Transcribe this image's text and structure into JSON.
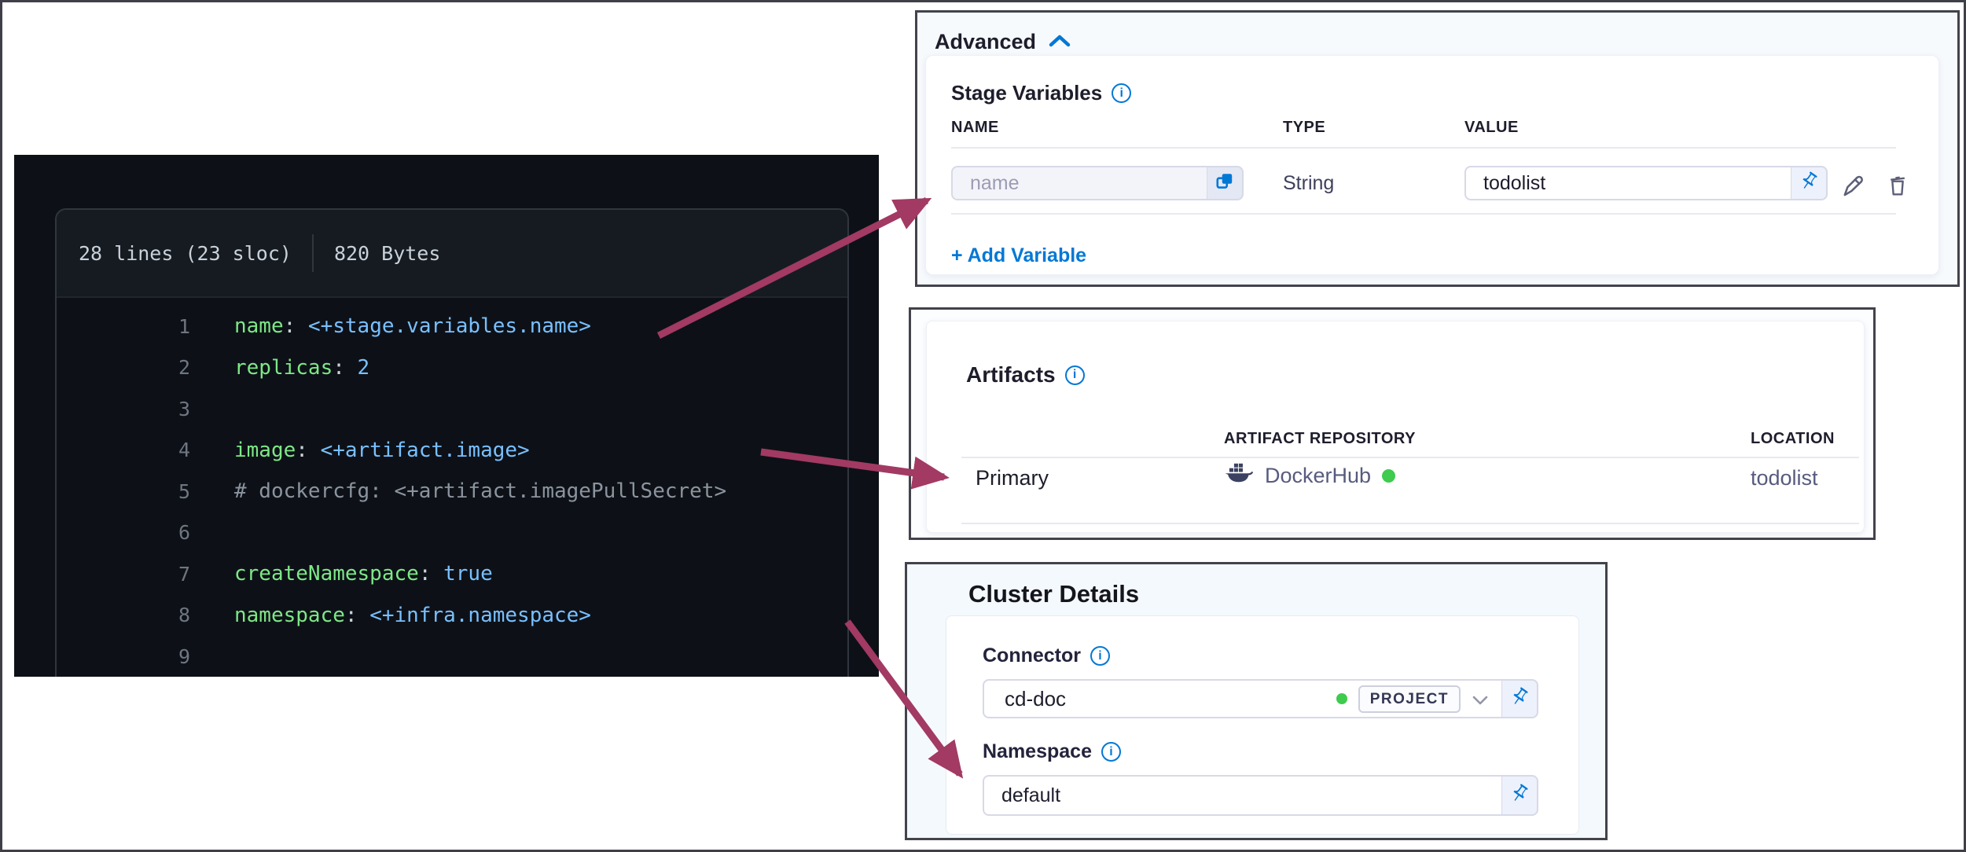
{
  "colors": {
    "accent_blue": "#0278d5",
    "arrow_magenta": "#a23a63",
    "status_green": "#3ecb4e",
    "panel_border_dark": "#42434c",
    "code_background": "#0d1117",
    "code_key_green": "#7ee787",
    "code_value_blue": "#79c0ff",
    "code_comment_grey": "#8b949e"
  },
  "icons": {
    "collapse": "chevron-up-icon",
    "info": "info-circle-icon",
    "copy": "copy-icon",
    "pin": "pushpin-icon",
    "edit": "pencil-icon",
    "delete": "trash-icon",
    "repository": "docker-whale-icon",
    "dropdown": "chevron-down-icon",
    "status": "green-dot"
  },
  "code_panel": {
    "header": {
      "lines_info": "28 lines (23 sloc)",
      "bytes_info": "820 Bytes"
    },
    "lines": [
      {
        "num": "1",
        "tokens": [
          {
            "text": "name",
            "type": "key"
          },
          {
            "text": ": ",
            "type": "punct"
          },
          {
            "text": "<+stage.variables.name>",
            "type": "value"
          }
        ]
      },
      {
        "num": "2",
        "tokens": [
          {
            "text": "replicas",
            "type": "key"
          },
          {
            "text": ": ",
            "type": "punct"
          },
          {
            "text": "2",
            "type": "value"
          }
        ]
      },
      {
        "num": "3",
        "tokens": []
      },
      {
        "num": "4",
        "tokens": [
          {
            "text": "image",
            "type": "key"
          },
          {
            "text": ": ",
            "type": "punct"
          },
          {
            "text": "<+artifact.image>",
            "type": "value"
          }
        ]
      },
      {
        "num": "5",
        "tokens": [
          {
            "text": "# dockercfg: <+artifact.imagePullSecret>",
            "type": "comment"
          }
        ]
      },
      {
        "num": "6",
        "tokens": []
      },
      {
        "num": "7",
        "tokens": [
          {
            "text": "createNamespace",
            "type": "key"
          },
          {
            "text": ": ",
            "type": "punct"
          },
          {
            "text": "true",
            "type": "value"
          }
        ]
      },
      {
        "num": "8",
        "tokens": [
          {
            "text": "namespace",
            "type": "key"
          },
          {
            "text": ": ",
            "type": "punct"
          },
          {
            "text": "<+infra.namespace>",
            "type": "value"
          }
        ]
      },
      {
        "num": "9",
        "tokens": []
      }
    ]
  },
  "advanced_panel": {
    "title": "Advanced",
    "stage_variables": {
      "label": "Stage Variables",
      "columns": [
        "NAME",
        "TYPE",
        "VALUE"
      ],
      "row": {
        "name_placeholder": "name",
        "type": "String",
        "value": "todolist"
      },
      "add_label": "+ Add Variable"
    }
  },
  "artifacts_panel": {
    "title": "Artifacts",
    "columns": [
      "ARTIFACT REPOSITORY",
      "LOCATION"
    ],
    "row": {
      "label": "Primary",
      "repository": "DockerHub",
      "location": "todolist"
    }
  },
  "cluster_panel": {
    "title": "Cluster Details",
    "connector": {
      "label": "Connector",
      "value": "cd-doc",
      "scope_badge": "PROJECT"
    },
    "namespace": {
      "label": "Namespace",
      "value": "default"
    }
  }
}
